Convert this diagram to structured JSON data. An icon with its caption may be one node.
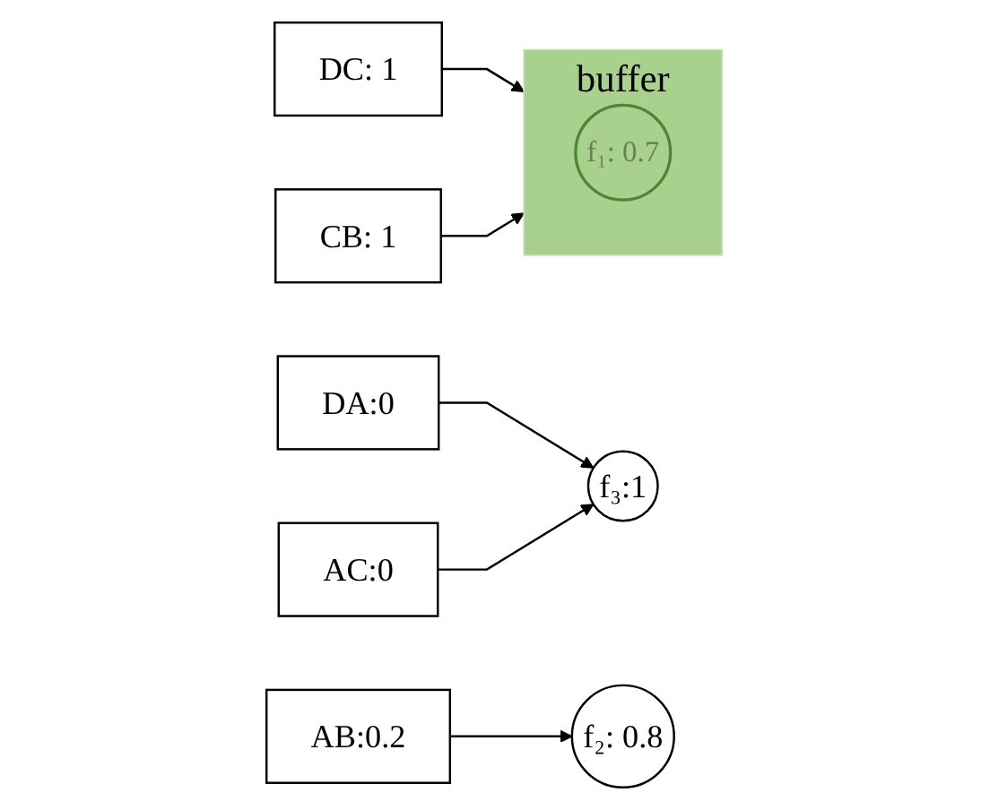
{
  "diagram": {
    "nodes": [
      {
        "text": [
          "DC: 1"
        ]
      },
      {
        "text": [
          "buffer"
        ]
      },
      {
        "text": [
          "f₁: 0.7"
        ],
        "in": 1
      },
      {
        "text": [
          "CB: 1"
        ]
      },
      {
        "text": [
          "DA:0"
        ]
      },
      {
        "text": [
          "AB:0.2"
        ]
      },
      {
        "text": [
          "f₂: 0.8"
        ]
      },
      {
        "text": [
          "f₃:1"
        ]
      },
      {
        "text": [
          "AC:0"
        ]
      }
    ],
    "edges": [
      {
        "from": 0,
        "to": 1,
        "arrow": "to"
      },
      {
        "from": 3,
        "to": 1,
        "arrow": "to"
      },
      {
        "from": 5,
        "to": 6,
        "arrow": "to"
      },
      {
        "from": 4,
        "to": 7,
        "arrow": "to"
      },
      {
        "from": 8,
        "to": 7,
        "arrow": "to"
      }
    ]
  }
}
